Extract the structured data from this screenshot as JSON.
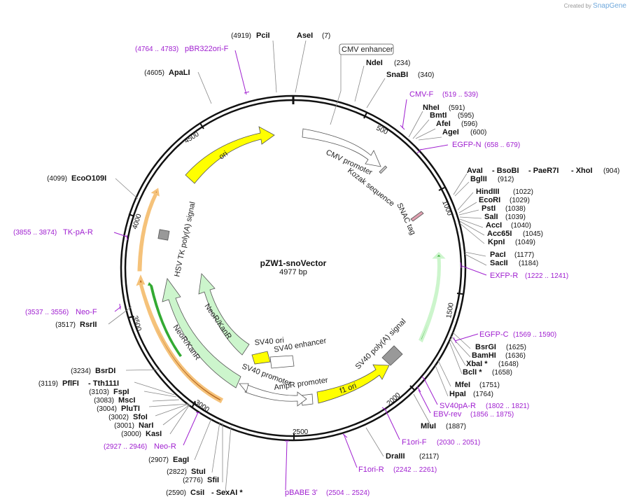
{
  "watermark": {
    "prefix": "Created by",
    "brand": "SnapGene"
  },
  "plasmid": {
    "name": "pZW1-snoVector",
    "length": "4977 bp"
  },
  "ticks": [
    "500",
    "1000",
    "1500",
    "2000",
    "2500",
    "3000",
    "3500",
    "4000",
    "4500"
  ],
  "features": [
    {
      "name": "ori",
      "color": "#ffff00"
    },
    {
      "name": "CMV promoter",
      "color": "#ffffff"
    },
    {
      "name": "Kozak sequence",
      "color": "#d0d0d0"
    },
    {
      "name": "SNAC tag",
      "color": "#e0a0b0"
    },
    {
      "name": "HSV TK poly(A) signal",
      "color": "#999999"
    },
    {
      "name": "NeoR/KanR",
      "color": "#ccf5cc"
    },
    {
      "name": "NeoR/KanR",
      "color": "#ccf5cc"
    },
    {
      "name": "SV40 ori",
      "color": "#ffff00"
    },
    {
      "name": "SV40 enhancer",
      "color": "#ffffff"
    },
    {
      "name": "SV40 promoter",
      "color": "#ffffff"
    },
    {
      "name": "AmpR promoter",
      "color": "#ffffff"
    },
    {
      "name": "f1 ori",
      "color": "#ffff00"
    },
    {
      "name": "SV40 poly(A) signal",
      "color": "#999999"
    },
    {
      "name": "CMV enhancer",
      "color": "#ffffff"
    }
  ],
  "enzymes": [
    {
      "name": "PciI",
      "pos": "(4919)"
    },
    {
      "name": "AseI",
      "pos": "(7)"
    },
    {
      "name": "NdeI",
      "pos": "(234)"
    },
    {
      "name": "SnaBI",
      "pos": "(340)"
    },
    {
      "name": "NheI",
      "pos": "(591)"
    },
    {
      "name": "BmtI",
      "pos": "(595)"
    },
    {
      "name": "AfeI",
      "pos": "(596)"
    },
    {
      "name": "AgeI",
      "pos": "(600)"
    },
    {
      "name": "AvaI",
      "pos": ""
    },
    {
      "name": "- BsoBI",
      "pos": ""
    },
    {
      "name": "- PaeR7I",
      "pos": ""
    },
    {
      "name": "- XhoI",
      "pos": "(904)"
    },
    {
      "name": "BglII",
      "pos": "(912)"
    },
    {
      "name": "HindIII",
      "pos": "(1022)"
    },
    {
      "name": "EcoRI",
      "pos": "(1029)"
    },
    {
      "name": "PstI",
      "pos": "(1038)"
    },
    {
      "name": "SalI",
      "pos": "(1039)"
    },
    {
      "name": "AccI",
      "pos": "(1040)"
    },
    {
      "name": "Acc65I",
      "pos": "(1045)"
    },
    {
      "name": "KpnI",
      "pos": "(1049)"
    },
    {
      "name": "PacI",
      "pos": "(1177)"
    },
    {
      "name": "SacII",
      "pos": "(1184)"
    },
    {
      "name": "BsrGI",
      "pos": "(1625)"
    },
    {
      "name": "BamHI",
      "pos": "(1636)"
    },
    {
      "name": "XbaI *",
      "pos": "(1648)"
    },
    {
      "name": "BclI *",
      "pos": "(1658)"
    },
    {
      "name": "MfeI",
      "pos": "(1751)"
    },
    {
      "name": "HpaI",
      "pos": "(1764)"
    },
    {
      "name": "MluI",
      "pos": "(1887)"
    },
    {
      "name": "DraIII",
      "pos": "(2117)"
    },
    {
      "name": "CsiI",
      "pos": "(2590)"
    },
    {
      "name": "- SexAI *",
      "pos": ""
    },
    {
      "name": "SfiI",
      "pos": "(2776)"
    },
    {
      "name": "StuI",
      "pos": "(2822)"
    },
    {
      "name": "EagI",
      "pos": "(2907)"
    },
    {
      "name": "KasI",
      "pos": "(3000)"
    },
    {
      "name": "NarI",
      "pos": "(3001)"
    },
    {
      "name": "SfoI",
      "pos": "(3002)"
    },
    {
      "name": "PluTI",
      "pos": "(3004)"
    },
    {
      "name": "MscI",
      "pos": "(3083)"
    },
    {
      "name": "FspI",
      "pos": "(3103)"
    },
    {
      "name": "PflFI",
      "pos": "(3119)"
    },
    {
      "name": "- Tth111I",
      "pos": ""
    },
    {
      "name": "BsrDI",
      "pos": "(3234)"
    },
    {
      "name": "RsrII",
      "pos": "(3517)"
    },
    {
      "name": "EcoO109I",
      "pos": "(4099)"
    },
    {
      "name": "ApaLI",
      "pos": "(4605)"
    }
  ],
  "primers": [
    {
      "name": "pBR322ori-F",
      "pos": "(4764 .. 4783)"
    },
    {
      "name": "CMV-F",
      "pos": "(519 .. 539)"
    },
    {
      "name": "EGFP-N",
      "pos": "(658 .. 679)"
    },
    {
      "name": "EXFP-R",
      "pos": "(1222 .. 1241)"
    },
    {
      "name": "EGFP-C",
      "pos": "(1569 .. 1590)"
    },
    {
      "name": "SV40pA-R",
      "pos": "(1802 .. 1821)"
    },
    {
      "name": "EBV-rev",
      "pos": "(1856 .. 1875)"
    },
    {
      "name": "F1ori-F",
      "pos": "(2030 .. 2051)"
    },
    {
      "name": "F1ori-R",
      "pos": "(2242 .. 2261)"
    },
    {
      "name": "pBABE 3'",
      "pos": "(2504 .. 2524)"
    },
    {
      "name": "Neo-R",
      "pos": "(2927 .. 2946)"
    },
    {
      "name": "Neo-F",
      "pos": "(3537 .. 3556)"
    },
    {
      "name": "TK-pA-R",
      "pos": "(3855 .. 3874)"
    }
  ]
}
